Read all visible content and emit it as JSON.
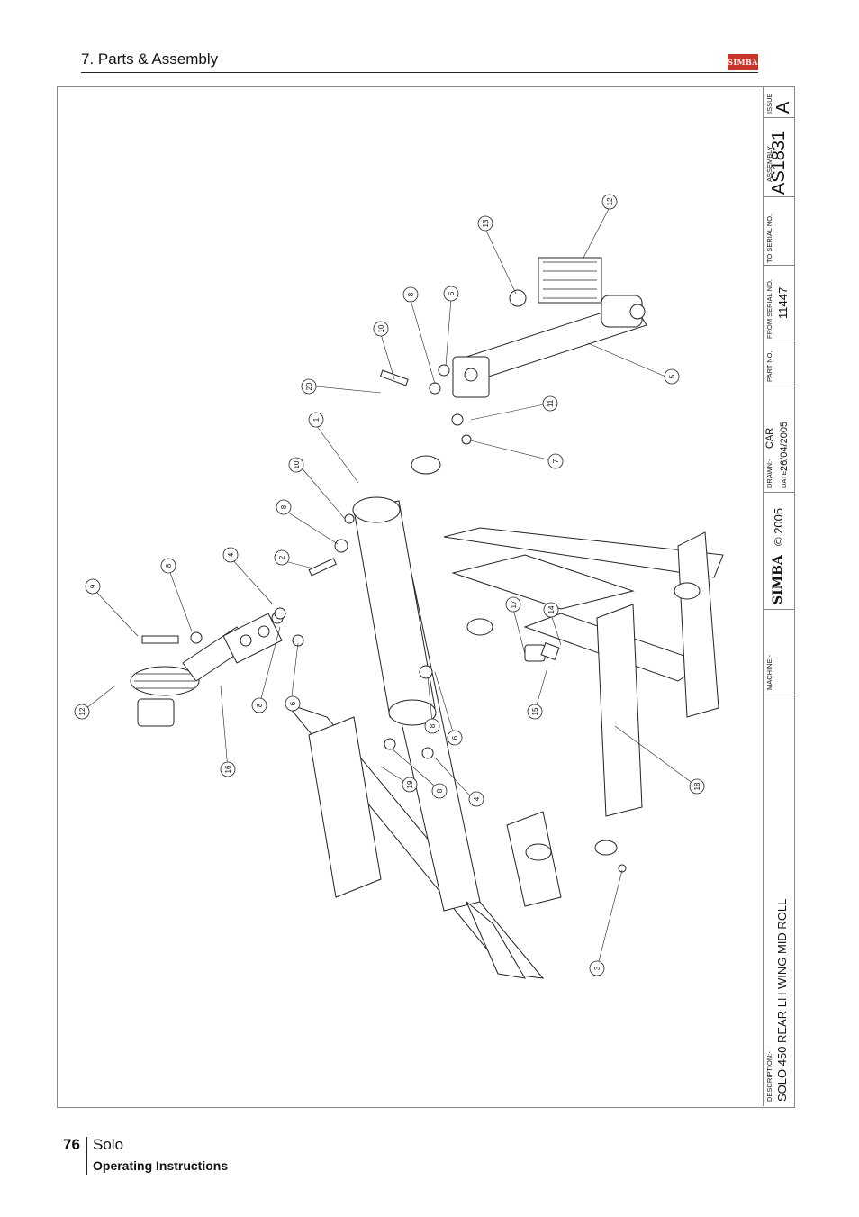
{
  "header": {
    "section_title": "7. Parts & Assembly",
    "logo_text": "SIMBA"
  },
  "title_block": {
    "issue_label": "ISSUE",
    "issue_value": "A",
    "assembly_label": "ASSEMBLY",
    "assembly_value": "AS1831",
    "to_serial_label": "TO SERIAL NO.",
    "to_serial_value": "",
    "from_serial_label": "FROM SERIAL NO.",
    "from_serial_value": "11447",
    "part_no_label": "PART NO.",
    "drawn_label": "DRAWN:-",
    "drawn_value": "CAR",
    "date_label": "DATE:-",
    "date_value": "26/04/2005",
    "copyright": "© 2005",
    "logo_text": "SIMBA",
    "machine_label": "MACHINE:-",
    "description_label": "DESCRIPTION:-",
    "description_value": "SOLO 450 REAR LH WING MID ROLL"
  },
  "callouts": [
    "12",
    "13",
    "8",
    "6",
    "10",
    "5",
    "20",
    "11",
    "1",
    "7",
    "10",
    "8",
    "2",
    "4",
    "8",
    "9",
    "17",
    "14",
    "15",
    "8",
    "6",
    "4",
    "8",
    "6",
    "12",
    "16",
    "19",
    "8",
    "18",
    "3"
  ],
  "footer": {
    "page_number": "76",
    "product": "Solo",
    "subtitle": "Operating Instructions"
  }
}
